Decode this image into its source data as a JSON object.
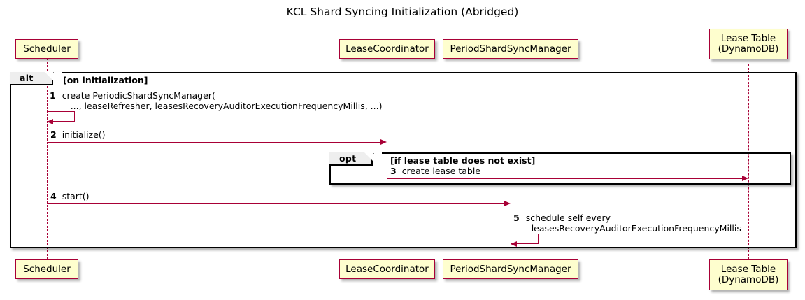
{
  "diagram": {
    "type": "uml-sequence-diagram",
    "title": "KCL Shard Syncing Initialization (Abridged)",
    "colors": {
      "participant_fill": "#FEFECE",
      "participant_border": "#A80036",
      "message_color": "#A80036",
      "fragment_border": "#000000",
      "fragment_tab_fill": "#EEEEEE",
      "background": "#FFFFFF"
    }
  },
  "participants": [
    {
      "id": "scheduler",
      "label_line1": "Scheduler",
      "label_line2": ""
    },
    {
      "id": "leasecoord",
      "label_line1": "LeaseCoordinator",
      "label_line2": ""
    },
    {
      "id": "psyncmgr",
      "label_line1": "PeriodShardSyncManager",
      "label_line2": ""
    },
    {
      "id": "leasetable",
      "label_line1": "Lease Table",
      "label_line2": "(DynamoDB)"
    }
  ],
  "fragments": [
    {
      "id": "alt",
      "keyword": "alt",
      "guard": "[on initialization]"
    },
    {
      "id": "opt",
      "keyword": "opt",
      "guard": "[if lease table does not exist]"
    }
  ],
  "messages": [
    {
      "number": "1",
      "from": "scheduler",
      "to": "scheduler",
      "self": true,
      "text_line1": "create PeriodicShardSyncManager(",
      "text_line2": "..., leaseRefresher, leasesRecoveryAuditorExecutionFrequencyMillis, ...)"
    },
    {
      "number": "2",
      "from": "scheduler",
      "to": "leasecoord",
      "self": false,
      "text_line1": "initialize()",
      "text_line2": ""
    },
    {
      "number": "3",
      "from": "leasecoord",
      "to": "leasetable",
      "self": false,
      "text_line1": "create lease table",
      "text_line2": ""
    },
    {
      "number": "4",
      "from": "scheduler",
      "to": "psyncmgr",
      "self": false,
      "text_line1": "start()",
      "text_line2": ""
    },
    {
      "number": "5",
      "from": "psyncmgr",
      "to": "psyncmgr",
      "self": true,
      "text_line1": "schedule self every",
      "text_line2": "leasesRecoveryAuditorExecutionFrequencyMillis"
    }
  ]
}
